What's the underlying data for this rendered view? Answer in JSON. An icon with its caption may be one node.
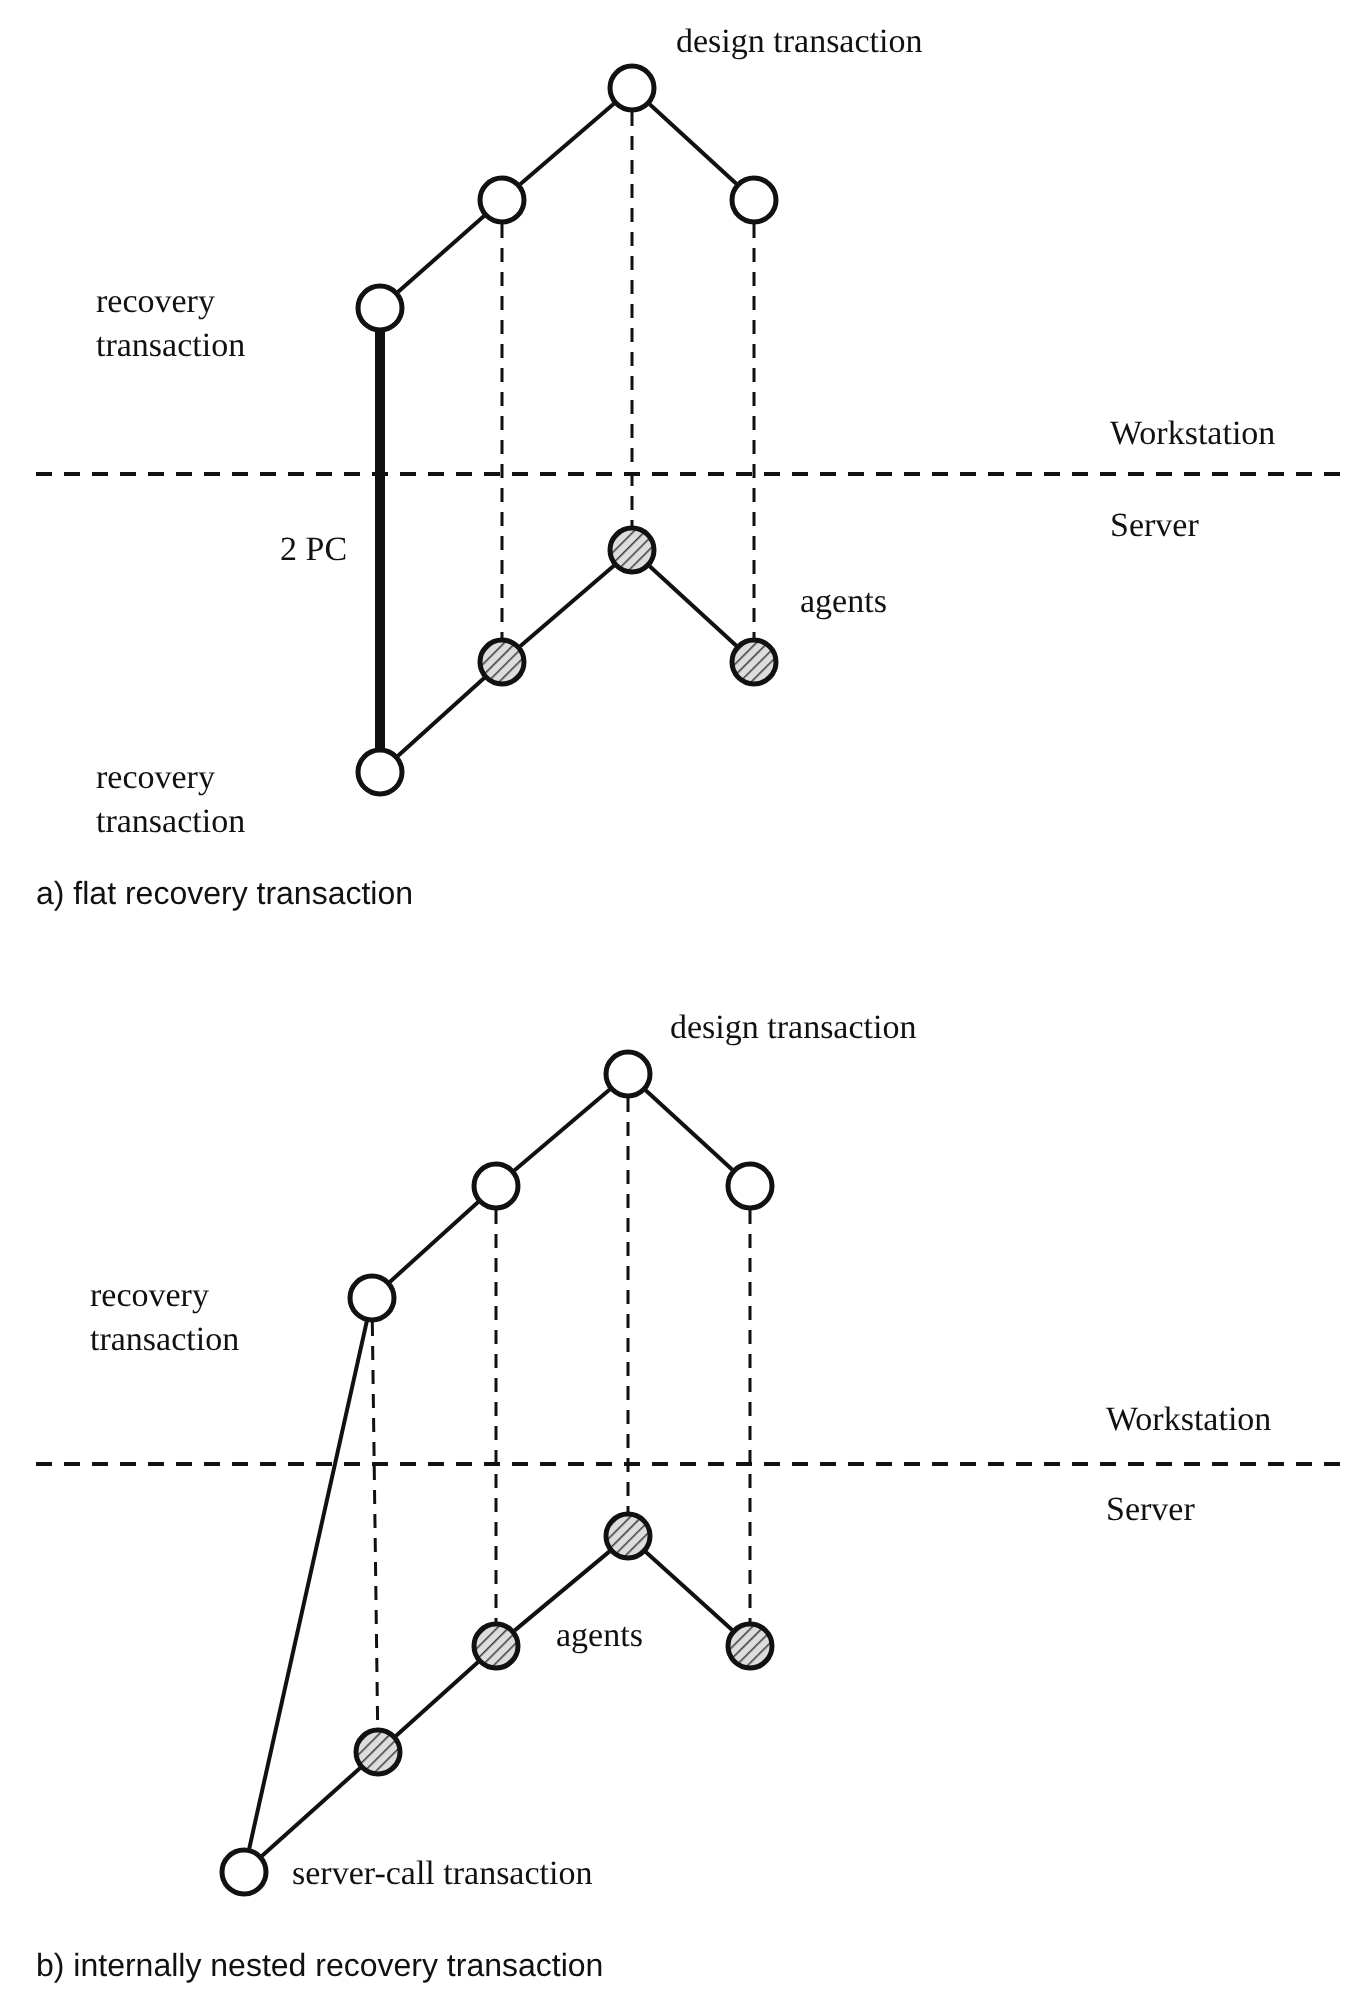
{
  "diagram": {
    "nodes": [
      {
        "text": [],
        "shape": "circle",
        "beside": [
          "design transaction"
        ]
      },
      {
        "text": [],
        "shape": "circle"
      },
      {
        "text": [],
        "shape": "circle"
      },
      {
        "text": [],
        "shape": "circle",
        "beside": [
          "recovery transaction"
        ]
      },
      {
        "text": [],
        "shape": "circle"
      },
      {
        "text": [],
        "shape": "circle"
      },
      {
        "text": [],
        "shape": "circle"
      },
      {
        "text": [],
        "shape": "circle",
        "beside": [
          "recovery transaction"
        ]
      },
      {
        "text": [],
        "shape": "circle",
        "beside": [
          "design transaction"
        ]
      },
      {
        "text": [],
        "shape": "circle"
      },
      {
        "text": [],
        "shape": "circle"
      },
      {
        "text": [],
        "shape": "circle",
        "beside": [
          "recovery transaction"
        ]
      },
      {
        "text": [],
        "shape": "circle"
      },
      {
        "text": [],
        "shape": "circle"
      },
      {
        "text": [],
        "shape": "circle"
      },
      {
        "text": [],
        "shape": "circle"
      },
      {
        "text": [],
        "shape": "circle",
        "beside": [
          "server-call transaction"
        ]
      }
    ],
    "edges": [
      {
        "from": 0,
        "to": 1,
        "arrow": "none"
      },
      {
        "from": 0,
        "to": 2,
        "arrow": "none"
      },
      {
        "from": 1,
        "to": 3,
        "arrow": "none"
      },
      {
        "from": 3,
        "to": 7,
        "arrow": "none",
        "style": "thick",
        "label": "2 PC"
      },
      {
        "from": 1,
        "to": 5,
        "arrow": "none",
        "style": "dashed"
      },
      {
        "from": 0,
        "to": 4,
        "arrow": "none",
        "style": "dashed"
      },
      {
        "from": 2,
        "to": 6,
        "arrow": "none",
        "style": "dashed"
      },
      {
        "from": 4,
        "to": 5,
        "arrow": "none"
      },
      {
        "from": 4,
        "to": 6,
        "arrow": "none"
      },
      {
        "from": 5,
        "to": 7,
        "arrow": "none"
      },
      {
        "from": 8,
        "to": 9,
        "arrow": "none"
      },
      {
        "from": 8,
        "to": 10,
        "arrow": "none"
      },
      {
        "from": 9,
        "to": 11,
        "arrow": "none"
      },
      {
        "from": 11,
        "to": 16,
        "arrow": "none"
      },
      {
        "from": 11,
        "to": 15,
        "arrow": "none",
        "style": "dashed"
      },
      {
        "from": 9,
        "to": 13,
        "arrow": "none",
        "style": "dashed"
      },
      {
        "from": 8,
        "to": 12,
        "arrow": "none",
        "style": "dashed"
      },
      {
        "from": 10,
        "to": 14,
        "arrow": "none",
        "style": "dashed"
      },
      {
        "from": 12,
        "to": 13,
        "arrow": "none"
      },
      {
        "from": 12,
        "to": 14,
        "arrow": "none"
      },
      {
        "from": 13,
        "to": 15,
        "arrow": "none"
      },
      {
        "from": 15,
        "to": 16,
        "arrow": "none"
      }
    ],
    "labels": [
      "Workstation",
      "Server",
      "agents",
      "a) flat recovery transaction",
      "Workstation",
      "Server",
      "agents",
      "b) internally nested recovery transaction"
    ]
  }
}
